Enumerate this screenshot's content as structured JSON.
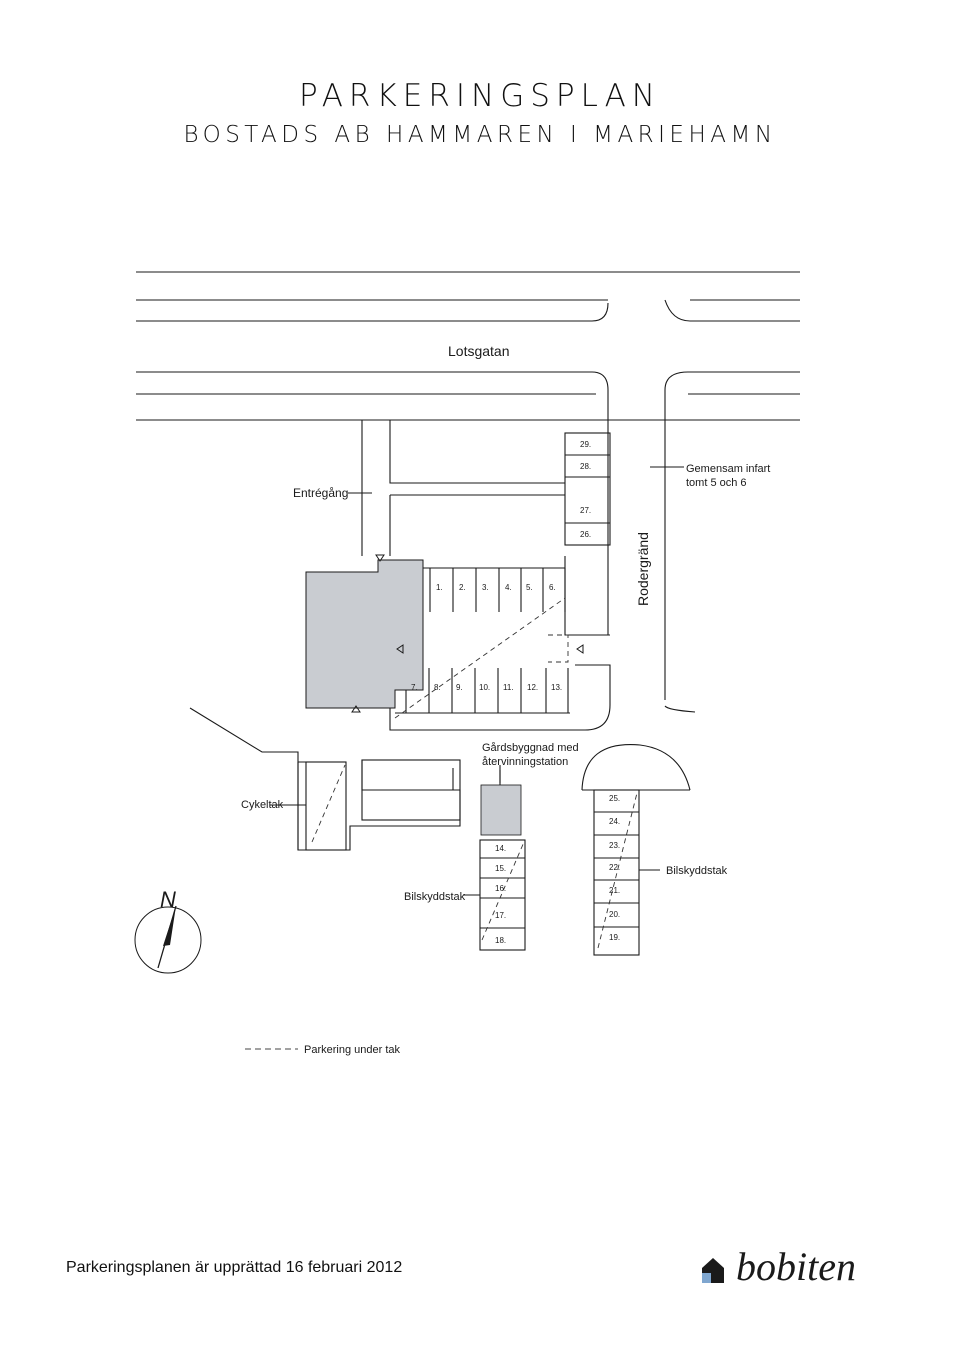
{
  "header": {
    "title": "PARKERINGSPLAN",
    "subtitle": "BOSTADS AB HAMMAREN I MARIEHAMN"
  },
  "map": {
    "streets": {
      "main": "Lotsgatan",
      "side": "Rodergränd"
    },
    "labels": {
      "entrance": "Entrégång",
      "shared_entry_line1": "Gemensam infart",
      "shared_entry_line2": "tomt 5 och 6",
      "courtyard_line1": "Gårdsbyggnad med",
      "courtyard_line2": "återvinningstation",
      "bike_shelter": "Cykeltak",
      "carport_left": "Bilskyddstak",
      "carport_right": "Bilskyddstak",
      "north": "N"
    },
    "parking_spaces": {
      "top_row": [
        "1.",
        "2.",
        "3.",
        "4.",
        "5.",
        "6."
      ],
      "bottom_row": [
        "7.",
        "8.",
        "9.",
        "10.",
        "11.",
        "12.",
        "13."
      ],
      "east_column": [
        "29.",
        "28.",
        "27.",
        "26."
      ],
      "carport_left": [
        "14.",
        "15.",
        "16.",
        "17.",
        "18."
      ],
      "carport_right": [
        "25.",
        "24.",
        "23.",
        "22.",
        "21.",
        "20.",
        "19."
      ]
    },
    "colors": {
      "building_fill": "#c9ccd1",
      "line": "#1a1a1a"
    }
  },
  "legend": {
    "covered_parking": "Parkering under tak"
  },
  "footer": {
    "note": "Parkeringsplanen är upprättad 16 februari 2012",
    "brand": "bobiten",
    "brand_icon": "house-icon"
  }
}
